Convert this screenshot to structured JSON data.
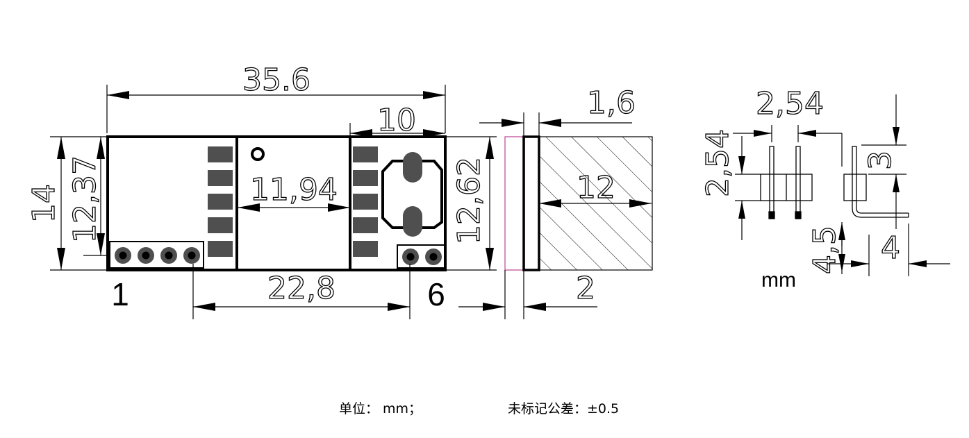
{
  "dimensions": {
    "overall_length": "35.6",
    "crystal_area_width": "10",
    "board_height": "14",
    "inner_height": "12,37",
    "shield_width": "11,94",
    "right_height": "12,62",
    "pin_span": "22,8",
    "pcb_thickness": "1,6",
    "side_length": "12",
    "side_offset": "2",
    "pin_pitch_h": "2,54",
    "pin_pitch_v": "2,54",
    "pin_top": "3",
    "pin_lead": "4,5",
    "pin_bend": "4"
  },
  "pin_labels": {
    "first": "1",
    "last": "6"
  },
  "unit_label": "mm",
  "notes": {
    "unit": "单位：  mm；",
    "tolerance": "未标记公差：±0.5"
  }
}
